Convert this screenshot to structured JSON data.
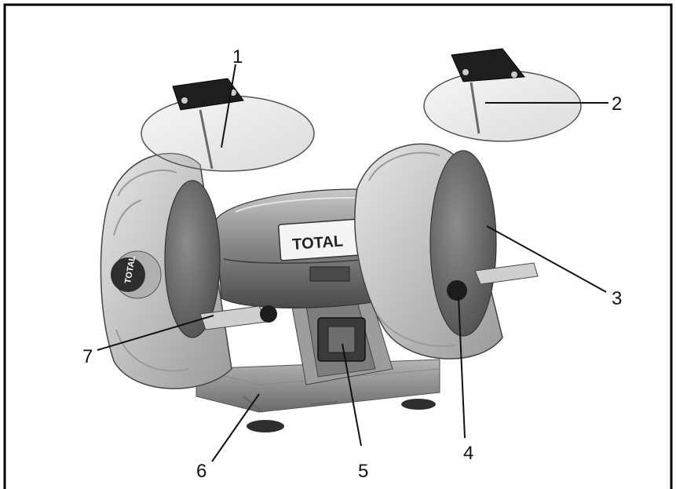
{
  "branding": {
    "plate_logo": "TOTAL",
    "wheel_logo": "TOTAL"
  },
  "callouts": [
    {
      "id": "1",
      "label": "1"
    },
    {
      "id": "2",
      "label": "2"
    },
    {
      "id": "3",
      "label": "3"
    },
    {
      "id": "4",
      "label": "4"
    },
    {
      "id": "5",
      "label": "5"
    },
    {
      "id": "6",
      "label": "6"
    },
    {
      "id": "7",
      "label": "7"
    }
  ],
  "colors": {
    "frame": "#000000",
    "metal_light": "#d9d9d9",
    "metal_mid": "#a8a8a8",
    "metal_dark": "#5c5c5c",
    "wheel": "#6f6f6f",
    "shield": "#f2f2f2"
  }
}
